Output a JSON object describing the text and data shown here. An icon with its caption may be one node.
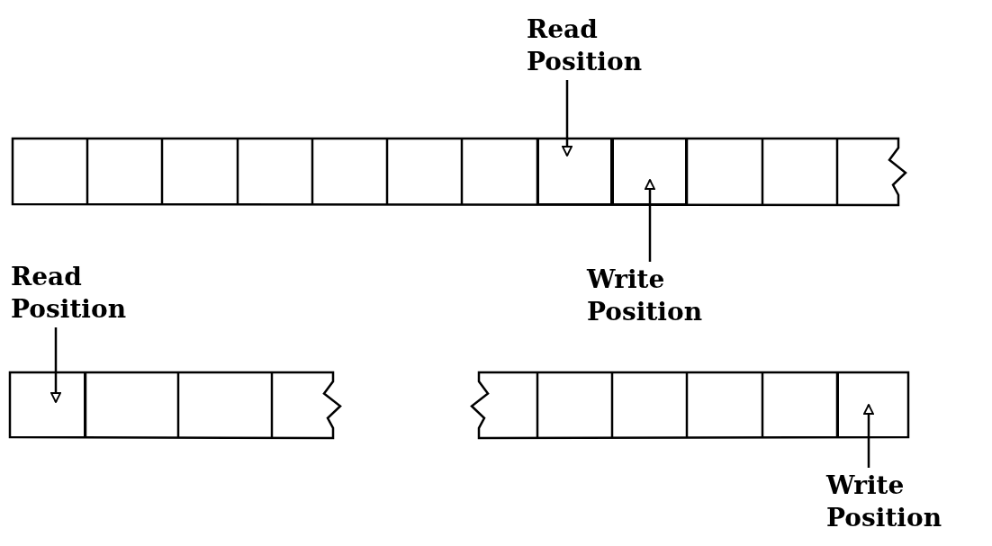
{
  "diagram": {
    "nodes": [
      {
        "text": [
          "Read Position"
        ]
      },
      {
        "text": [],
        "shape": "bar"
      },
      {
        "text": [],
        "shape": "box",
        "in": 1
      },
      {
        "text": [],
        "shape": "box",
        "in": 1
      },
      {
        "text": [
          "Write Position"
        ]
      },
      {
        "text": [
          "Read Position"
        ]
      },
      {
        "text": [],
        "shape": "bar"
      },
      {
        "text": [],
        "shape": "box",
        "in": 6
      },
      {
        "text": [],
        "shape": "bar"
      },
      {
        "text": [],
        "shape": "box",
        "in": 8
      },
      {
        "text": [
          "Write Position"
        ]
      }
    ],
    "edges": [
      {
        "from": 0,
        "to": 2,
        "arrow": "to"
      },
      {
        "from": 4,
        "to": 3,
        "arrow": "to"
      },
      {
        "from": 5,
        "to": 7,
        "arrow": "to"
      },
      {
        "from": 10,
        "to": 9,
        "arrow": "to"
      }
    ]
  }
}
